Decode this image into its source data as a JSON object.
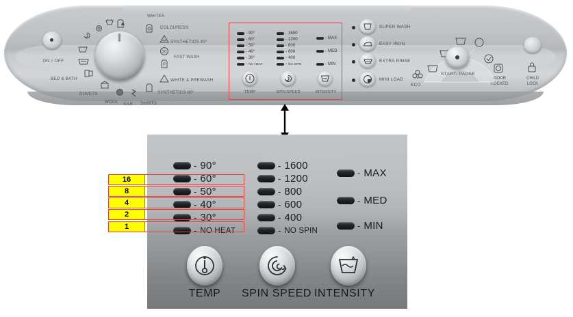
{
  "top_panel": {
    "power": {
      "label": "ON / OFF",
      "icon": "power-knob-icon"
    },
    "programs": [
      {
        "label": "WHITES",
        "icon": "tshirt-icon"
      },
      {
        "label": "COLOUREDS",
        "icon": "tshirt-colour-icon"
      },
      {
        "label": "SYNTHETICS 40°",
        "icon": "triangle-iron-icon"
      },
      {
        "label": "FAST WASH",
        "icon": "30-minute-icon"
      },
      {
        "label": "WHITE & PREWASH",
        "icon": "prewash-p-icon"
      },
      {
        "label": "SYNTHETICS 60°",
        "icon": "triangle-icon"
      },
      {
        "label": "SHIRTS",
        "icon": "shirt-icon"
      },
      {
        "label": "SILK",
        "icon": "silk-icon"
      },
      {
        "label": "WOOL",
        "icon": "wool-icon"
      },
      {
        "label": "DUVETS",
        "icon": "duvet-icon"
      },
      {
        "label": "BED & BATH",
        "icon": "bed-bath-icon"
      }
    ],
    "dial": {
      "name": "program-selector-dial"
    },
    "mini_indicators": {
      "temp": [
        "90°",
        "60°",
        "50°",
        "40°",
        "30°",
        "NO HEAT"
      ],
      "spin": [
        "1600",
        "1200",
        "800",
        "600",
        "400",
        "NO SPIN"
      ],
      "intensity": [
        "MAX",
        "MED",
        "MIN"
      ]
    },
    "mini_buttons": [
      {
        "label": "TEMP",
        "icon": "thermometer-icon"
      },
      {
        "label": "SPIN SPEED",
        "icon": "spiral-icon"
      },
      {
        "label": "INTENSITY",
        "icon": "water-basin-icon"
      }
    ],
    "options": [
      {
        "label": "SUPER WASH",
        "icon": "tub-icon"
      },
      {
        "label": "EASY IRON",
        "icon": "iron-icon"
      },
      {
        "label": "EXTRA RINSE",
        "icon": "rinse-icon"
      },
      {
        "label": "MINI LOAD",
        "icon": "mini-load-icon"
      }
    ],
    "eco": {
      "label": "ECO",
      "icon": "eco-flower-icon"
    },
    "start_pause": {
      "label": "START/ PAUSE",
      "icon": "start-button-icon"
    },
    "door_locked": {
      "label_line1": "DOOR",
      "label_line2": "LOCKED",
      "icon": "door-lock-icon"
    },
    "child_lock": {
      "label_line1": "CHILD",
      "label_line2": "LOCK",
      "icon": "padlock-icon"
    },
    "highlight_box_color": "#e8413a"
  },
  "callout": {
    "arrow": "double-headed-arrow-icon"
  },
  "zoom_panel": {
    "temp_column": {
      "title": "TEMP",
      "items": [
        "90°",
        "60°",
        "50°",
        "40°",
        "30°",
        "NO HEAT"
      ],
      "icon": "thermometer-icon"
    },
    "spin_column": {
      "title": "SPIN SPEED",
      "items": [
        "1600",
        "1200",
        "800",
        "600",
        "400",
        "NO SPIN"
      ],
      "icon": "spiral-icon"
    },
    "intensity_column": {
      "title": "INTENSITY",
      "items": [
        "MAX",
        "MED",
        "MIN"
      ],
      "icon": "water-basin-icon"
    },
    "weight_boxes": {
      "values": [
        "16",
        "8",
        "4",
        "2",
        "1"
      ],
      "aligned_rows": [
        "60°",
        "50°",
        "40°",
        "30°",
        "NO HEAT"
      ],
      "fill_color": "#ffff00",
      "border_color": "#e8413a"
    }
  }
}
